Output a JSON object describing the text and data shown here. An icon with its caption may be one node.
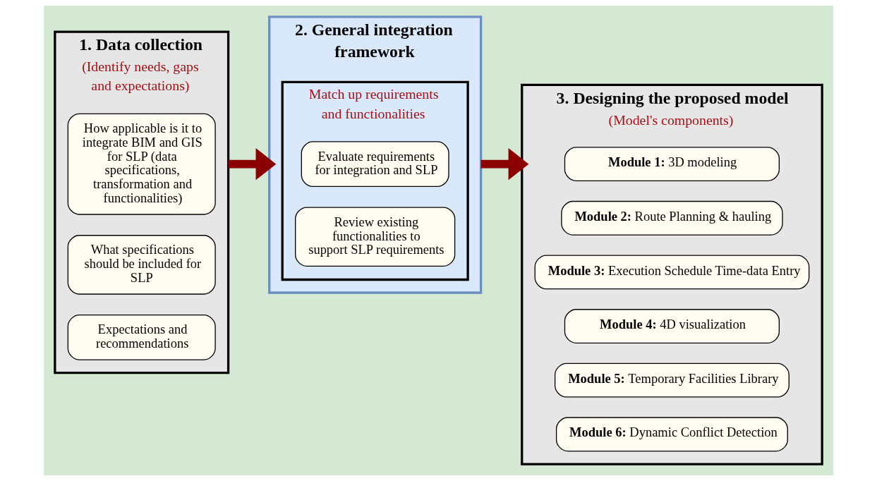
{
  "diagram": {
    "nodes": [
      {
        "text": [
          "1. Data collection",
          "(Identify needs, gaps and expectations)"
        ]
      },
      {
        "text": [
          "How applicable is it to integrate BIM and GIS for SLP (data specifications, transformation and functionalities)"
        ],
        "in": 0
      },
      {
        "text": [
          "What specifications should be included for SLP"
        ],
        "in": 0
      },
      {
        "text": [
          "Expectations and recommendations"
        ],
        "in": 0
      },
      {
        "text": [
          "2. General integration framework"
        ]
      },
      {
        "text": [
          "Match up requirements and functionalities"
        ],
        "in": 4
      },
      {
        "text": [
          "Evaluate requirements for integration and SLP"
        ],
        "in": 5
      },
      {
        "text": [
          "Review existing functionalities to support SLP requirements"
        ],
        "in": 5
      },
      {
        "text": [
          "3. Designing the proposed model",
          "(Model's components)"
        ]
      },
      {
        "text": [
          "**Module 1:** 3D modeling"
        ],
        "in": 8
      },
      {
        "text": [
          "**Module 2:** Route Planning & hauling"
        ],
        "in": 8
      },
      {
        "text": [
          "**Module 3:** Execution Schedule Time-data Entry"
        ],
        "in": 8
      },
      {
        "text": [
          "**Module 4:** 4D visualization"
        ],
        "in": 8
      },
      {
        "text": [
          "**Module 5:** Temporary Facilities Library"
        ],
        "in": 8
      },
      {
        "text": [
          "**Module 6:** Dynamic Conflict Detection"
        ],
        "in": 8
      }
    ],
    "edges": [
      {
        "from": 0,
        "to": 4,
        "arrow": "to"
      },
      {
        "from": 4,
        "to": 8,
        "arrow": "to"
      }
    ]
  }
}
